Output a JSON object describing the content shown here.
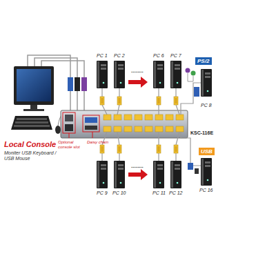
{
  "diagram": {
    "nodes": [
      {
        "text": [
          "KSC-116E"
        ]
      },
      {
        "text": [
          "PS/2"
        ]
      },
      {
        "text": [
          "USB"
        ]
      }
    ],
    "labels": [
      "PC 1",
      "PC 2",
      "........",
      "PC 6",
      "PC 7",
      "PC 8",
      "Local Console",
      "Moniter USB Keyboard / USB Mouse",
      "Optional console slot",
      "Daisy chain",
      "PC 9",
      "PC 10",
      "........",
      "PC 11",
      "PC 12",
      "PC 16"
    ]
  }
}
